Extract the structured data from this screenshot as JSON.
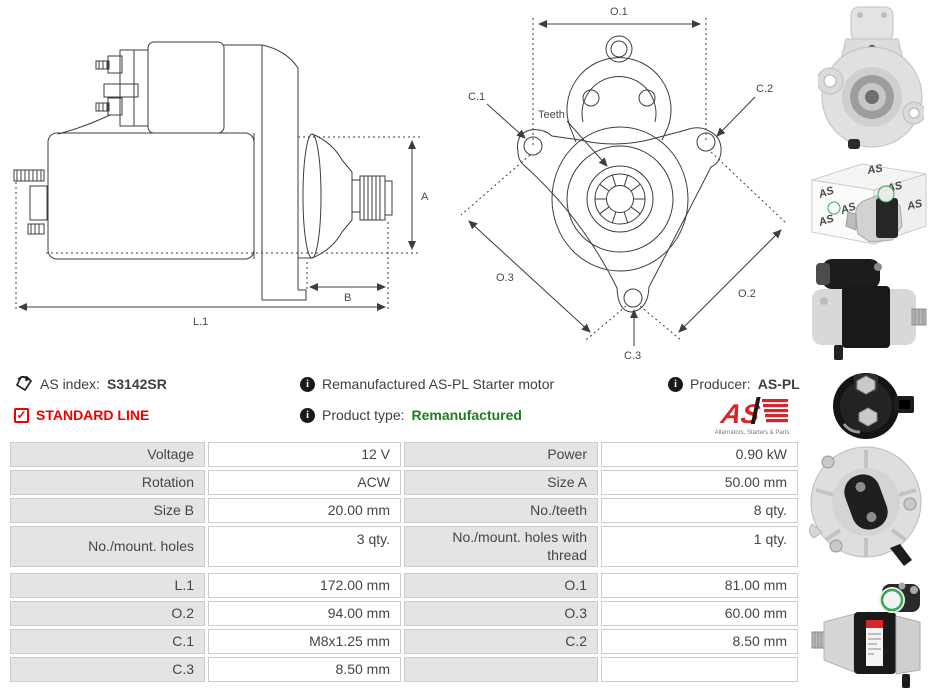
{
  "header": {
    "as_index_label": "AS index:",
    "as_index_value": "S3142SR",
    "standard_line": "STANDARD LINE",
    "remanufactured_info": "Remanufactured AS-PL Starter motor",
    "product_type_label": "Product type:",
    "product_type_value": "Remanufactured",
    "producer_label": "Producer:",
    "producer_value": "AS-PL"
  },
  "logo": {
    "text": "AS",
    "subtext": "Alternators, Starters & Parts",
    "color": "#d6252b"
  },
  "icons": {
    "tag": "tag-icon",
    "info": "info-icon",
    "standard_line_checkbox": "checked-checkbox-icon",
    "info_glyph": "i",
    "check_glyph": "✓"
  },
  "drawings": {
    "side_view": {
      "dim_a": "A",
      "dim_b": "B",
      "dim_l1": "L.1"
    },
    "front_view": {
      "dim_o1": "O.1",
      "dim_o2": "O.2",
      "dim_o3": "O.3",
      "dim_c1": "C.1",
      "dim_c2": "C.2",
      "dim_c3": "C.3",
      "teeth_label": "Teeth"
    }
  },
  "spec_table": {
    "rows": [
      {
        "label1": "Voltage",
        "value1": "12 V",
        "label2": "Power",
        "value2": "0.90 kW"
      },
      {
        "label1": "Rotation",
        "value1": "ACW",
        "label2": "Size A",
        "value2": "50.00 mm"
      },
      {
        "label1": "Size B",
        "value1": "20.00 mm",
        "label2": "No./teeth",
        "value2": "8 qty."
      },
      {
        "label1": "No./mount. holes",
        "value1": "3 qty.",
        "label2": "No./mount. holes with thread",
        "value2": "1 qty."
      },
      {
        "label1": "L.1",
        "value1": "172.00 mm",
        "label2": "O.1",
        "value2": "81.00 mm"
      },
      {
        "label1": "O.2",
        "value1": "94.00 mm",
        "label2": "O.3",
        "value2": "60.00 mm"
      },
      {
        "label1": "C.1",
        "value1": "M8x1.25 mm",
        "label2": "C.2",
        "value2": "8.50 mm"
      },
      {
        "label1": "C.3",
        "value1": "8.50 mm",
        "label2": "",
        "value2": ""
      }
    ]
  },
  "photos": [
    {
      "name": "starter-front-view-photo"
    },
    {
      "name": "packaging-box-photo"
    },
    {
      "name": "starter-side-view-photo"
    },
    {
      "name": "solenoid-end-photo"
    },
    {
      "name": "rear-bracket-photo"
    },
    {
      "name": "starter-label-view-photo"
    }
  ],
  "colors": {
    "accent_red": "#f20000",
    "logo_red": "#d6252b",
    "type_green": "#1e7e1e",
    "table_label_bg": "#e4e4e4",
    "table_border": "#cccccc",
    "drawing_line": "#3d3d3d"
  }
}
